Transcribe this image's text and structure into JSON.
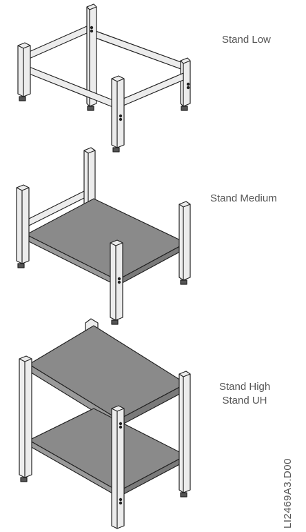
{
  "labels": {
    "stand_low": "Stand Low",
    "stand_medium": "Stand Medium",
    "stand_high": "Stand High",
    "stand_uh": "Stand UH"
  },
  "document_id": "LI2469A3.D00",
  "colors": {
    "frame": "#e8e8e8",
    "outline": "#222222",
    "shelf": "#8a8a8a",
    "text": "#555555"
  }
}
